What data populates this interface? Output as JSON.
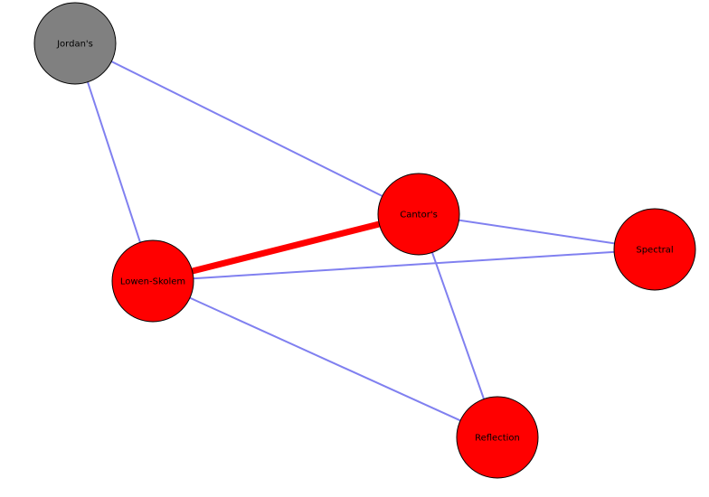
{
  "graph": {
    "colors": {
      "edge": "#8080f0",
      "highlight_edge": "#ff0000",
      "node_active": "#ff0000",
      "node_inactive": "#808080",
      "node_stroke": "#000000",
      "label": "#000000"
    },
    "nodes": [
      {
        "id": "jordan",
        "label": "Jordan's",
        "state": "inactive"
      },
      {
        "id": "cantor",
        "label": "Cantor's",
        "state": "active"
      },
      {
        "id": "lowen",
        "label": "Lowen-Skolem",
        "state": "active"
      },
      {
        "id": "spectral",
        "label": "Spectral",
        "state": "active"
      },
      {
        "id": "reflection",
        "label": "Reflection",
        "state": "active"
      }
    ],
    "edges": [
      {
        "source": "jordan",
        "target": "cantor",
        "highlighted": false
      },
      {
        "source": "jordan",
        "target": "lowen",
        "highlighted": false
      },
      {
        "source": "cantor",
        "target": "spectral",
        "highlighted": false
      },
      {
        "source": "cantor",
        "target": "reflection",
        "highlighted": false
      },
      {
        "source": "lowen",
        "target": "spectral",
        "highlighted": false
      },
      {
        "source": "lowen",
        "target": "reflection",
        "highlighted": false
      },
      {
        "source": "lowen",
        "target": "cantor",
        "highlighted": true
      }
    ]
  }
}
